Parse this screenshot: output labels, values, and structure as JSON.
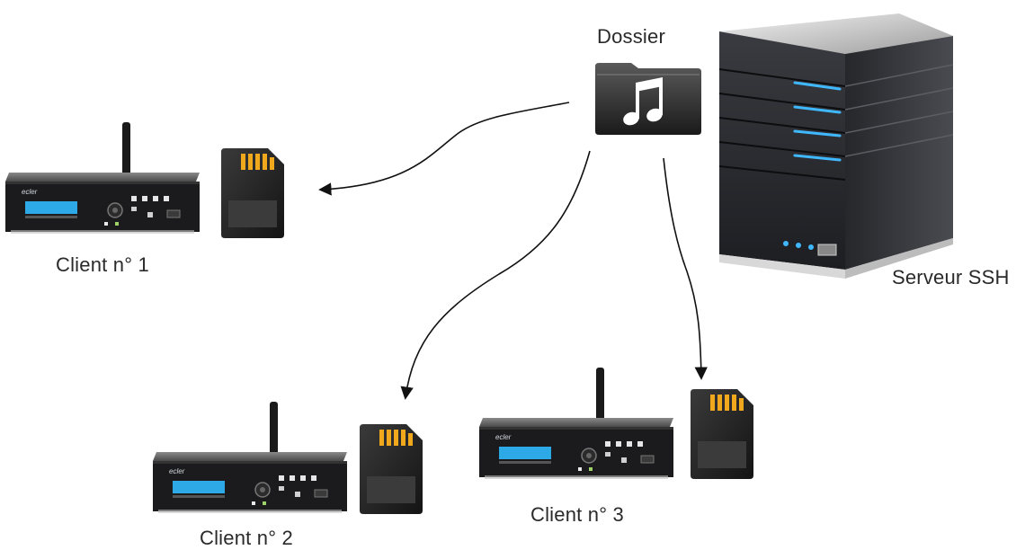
{
  "labels": {
    "folder": "Dossier",
    "server": "Serveur SSH",
    "client1": "Client n° 1",
    "client2": "Client n° 2",
    "client3": "Client n° 3"
  },
  "device_brand": "ecler",
  "colors": {
    "lcd": "#2ea9e8",
    "server_led": "#3fb8ff",
    "sd_contacts": "#f0a81c",
    "device_body": "#1c1c1e",
    "arrow": "#111111"
  },
  "icons": {
    "folder": "music-note-folder-icon",
    "server": "server-tower-icon",
    "client_device": "audio-player-device-icon",
    "sd_card": "sd-card-icon"
  }
}
